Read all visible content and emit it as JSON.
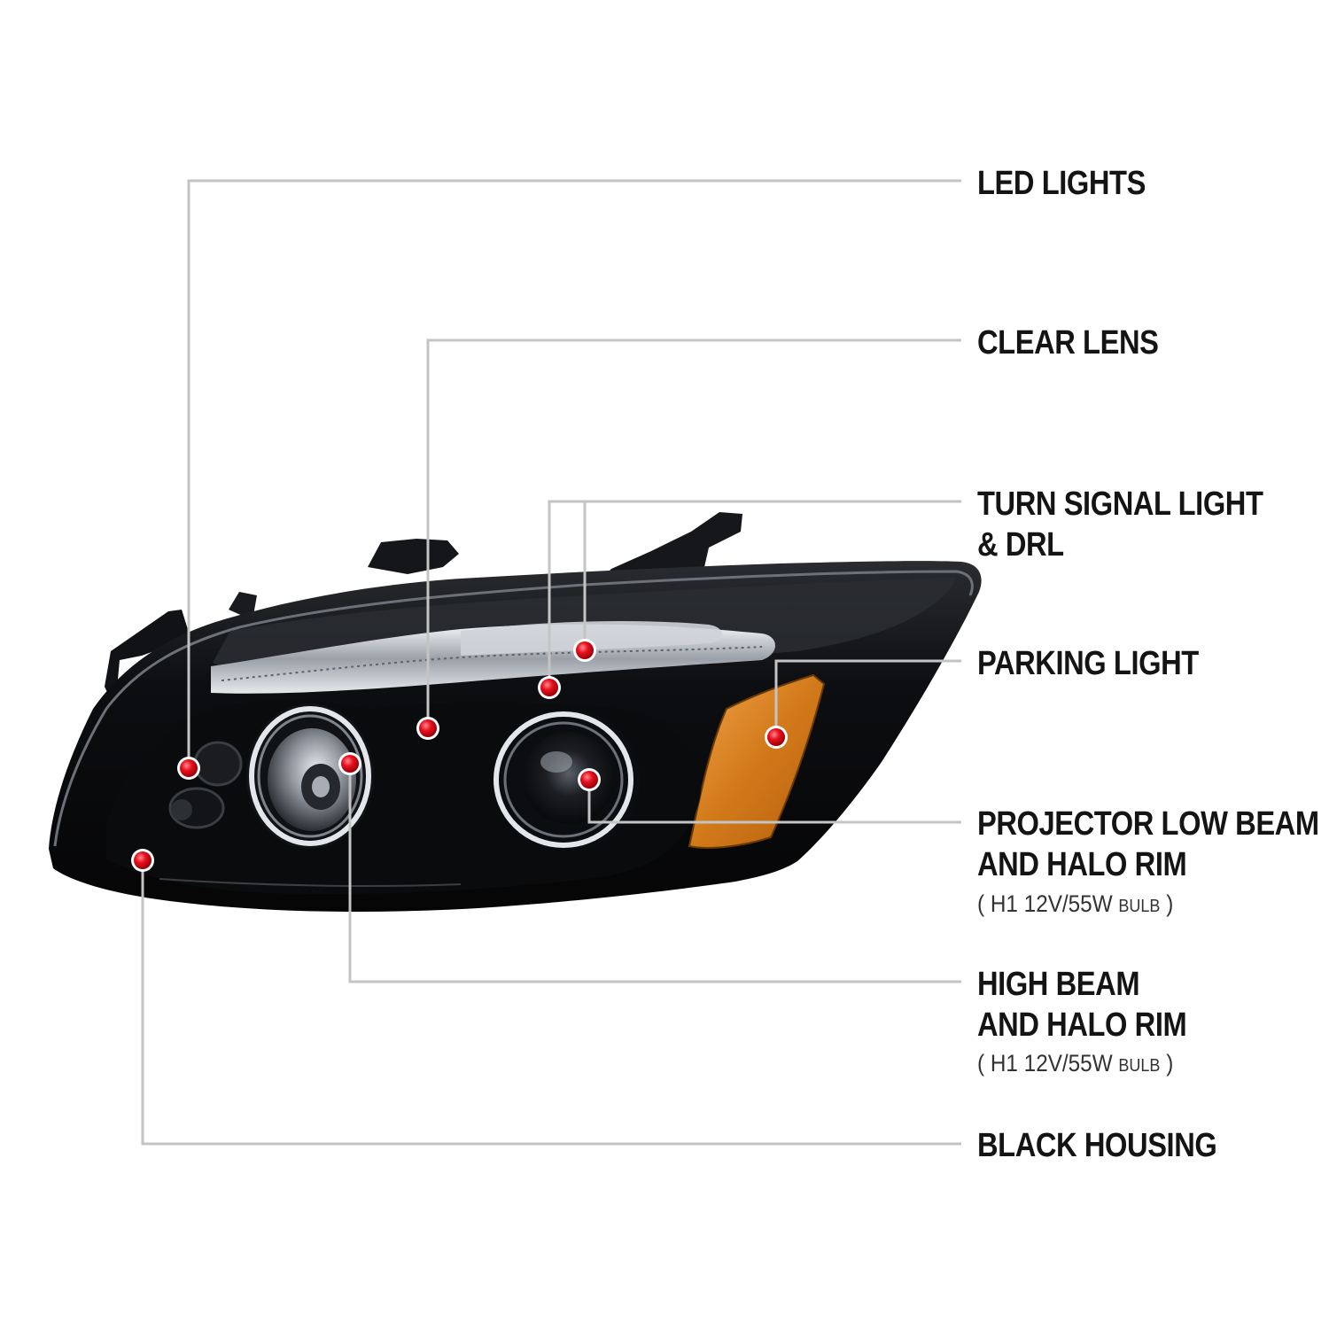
{
  "callouts": [
    {
      "id": "led-lights",
      "lines": [
        "LED LIGHTS"
      ]
    },
    {
      "id": "clear-lens",
      "lines": [
        "CLEAR LENS"
      ]
    },
    {
      "id": "turn-signal-drl",
      "lines": [
        "TURN SIGNAL LIGHT",
        "& DRL"
      ]
    },
    {
      "id": "parking-light",
      "lines": [
        "PARKING LIGHT"
      ]
    },
    {
      "id": "projector-low-beam",
      "lines": [
        "PROJECTOR LOW BEAM",
        "AND HALO RIM"
      ],
      "note": {
        "open": "(",
        "bulb": "H1  12V/55W",
        "unit": "BULB",
        "close": ")"
      }
    },
    {
      "id": "high-beam",
      "lines": [
        "HIGH BEAM",
        "AND HALO RIM"
      ],
      "note": {
        "open": "(",
        "bulb": "H1  12V/55W",
        "unit": "BULB",
        "close": ")"
      }
    },
    {
      "id": "black-housing",
      "lines": [
        "BLACK HOUSING"
      ]
    }
  ],
  "colors": {
    "leader_line": "#c4c4c4",
    "marker": "#e8101e",
    "housing": "#0b0b0e",
    "amber": "#d9821c",
    "chrome": "#d6d9de"
  }
}
